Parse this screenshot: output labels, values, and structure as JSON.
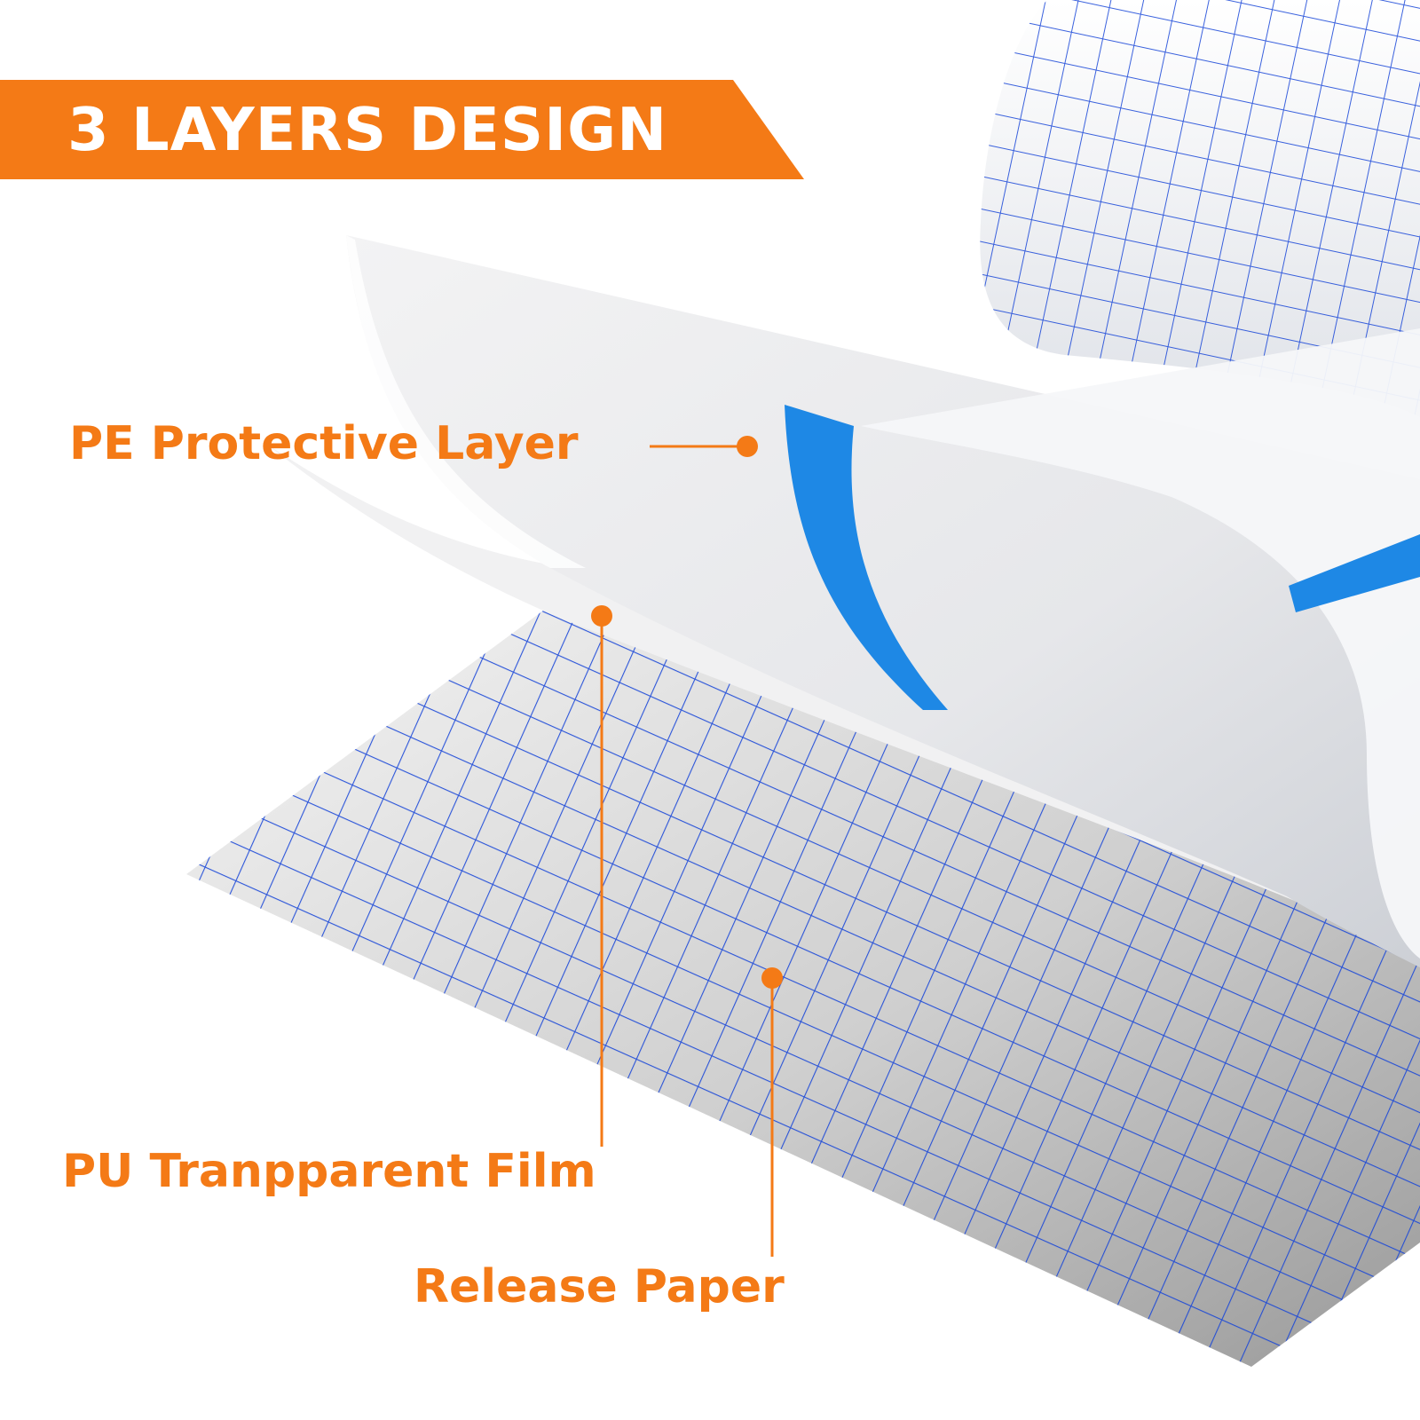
{
  "banner": {
    "title": "3 LAYERS DESIGN"
  },
  "labels": {
    "pe_layer": "PE Protective Layer",
    "pu_film": "PU Tranpparent Film",
    "release_paper": "Release Paper"
  },
  "colors": {
    "accent": "#f47a16",
    "grid_line": "#1846d8",
    "blue_stripe": "#1e88e5",
    "film": "#eef0f3"
  },
  "icons": {
    "pointer_dot": "filled-circle"
  }
}
